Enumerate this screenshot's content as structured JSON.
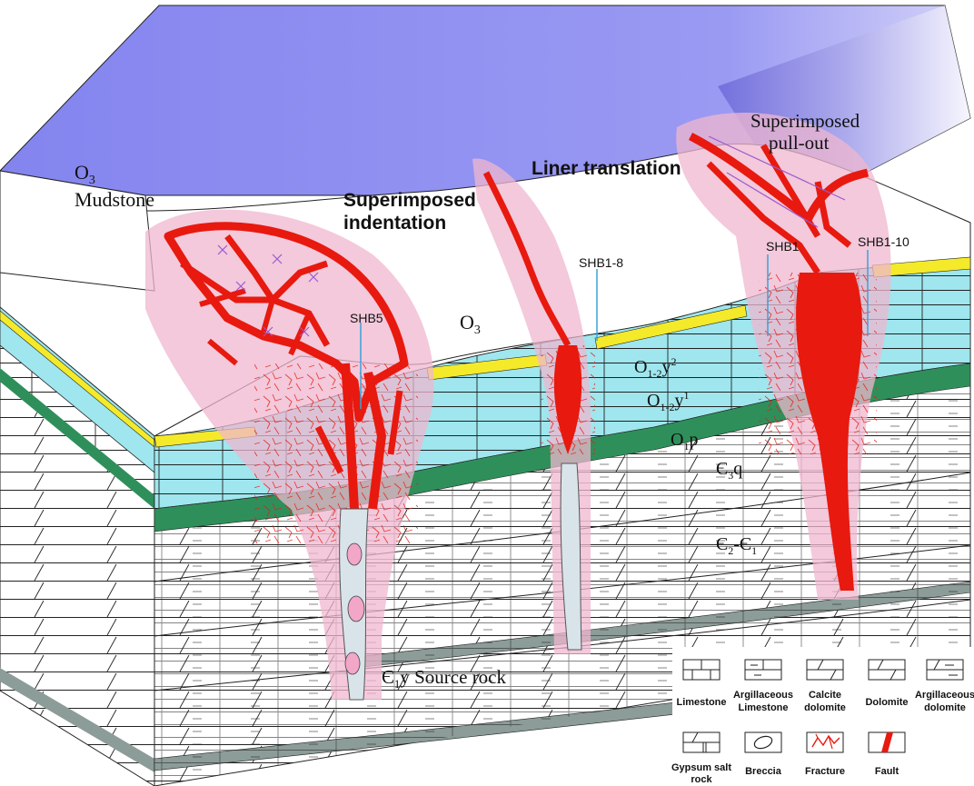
{
  "labels": {
    "o3_mudstone_top": "O",
    "o3_mudstone_sub": "3",
    "o3_mudstone_word": "Mudstone",
    "superimposed_indentation_1": "Superimposed",
    "superimposed_indentation_2": "indentation",
    "liner_translation": "Liner translation",
    "superimposed_pullout_1": "Superimposed",
    "superimposed_pullout_2": "pull-out",
    "o3_center": "O",
    "o3_center_sub": "3",
    "o12y2": "O",
    "o12y2_sub": "1-2",
    "o12y2_y": "y",
    "o12y2_sup": "2",
    "o12y1": "O",
    "o12y1_sub": "1-2",
    "o12y1_y": "y",
    "o12y1_sup": "1",
    "o1p": "O",
    "o1p_sub": "1",
    "o1p_p": "p",
    "e3q": "Є",
    "e3q_sub": "3",
    "e3q_q": "q",
    "e2e1": "Є",
    "e2e1_sub1": "2",
    "e2e1_dash": "-Є",
    "e2e1_sub2": "1",
    "e1y": "Є",
    "e1y_sub": "1",
    "e1y_rest": "y Source rock"
  },
  "wells": {
    "shb5": "SHB5",
    "shb1_8": "SHB1-8",
    "shb1": "SHB1",
    "shb1_10": "SHB1-10"
  },
  "legend": [
    {
      "key": "limestone",
      "line1": "Limestone",
      "line2": ""
    },
    {
      "key": "argillaceous-limestone",
      "line1": "Argillaceous",
      "line2": "Limestone"
    },
    {
      "key": "calcite-dolomite",
      "line1": "Calcite",
      "line2": "dolomite"
    },
    {
      "key": "dolomite",
      "line1": "Dolomite",
      "line2": ""
    },
    {
      "key": "argillaceous-dolomite",
      "line1": "Argillaceous",
      "line2": "dolomite"
    },
    {
      "key": "gypsum-salt-rock",
      "line1": "Gypsum salt",
      "line2": "rock"
    },
    {
      "key": "breccia",
      "line1": "Breccia",
      "line2": ""
    },
    {
      "key": "fracture",
      "line1": "Fracture",
      "line2": ""
    },
    {
      "key": "fault",
      "line1": "Fault",
      "line2": ""
    }
  ],
  "colors": {
    "mudstone": "#8f8ff2",
    "limestone_cyan": "#9fe6ee",
    "yellow_bed": "#f4ea2a",
    "green_bed": "#2f8f5a",
    "fault_red": "#e8190f",
    "halo_pink": "#efb7cf",
    "source_rock": "#8c9c98"
  }
}
